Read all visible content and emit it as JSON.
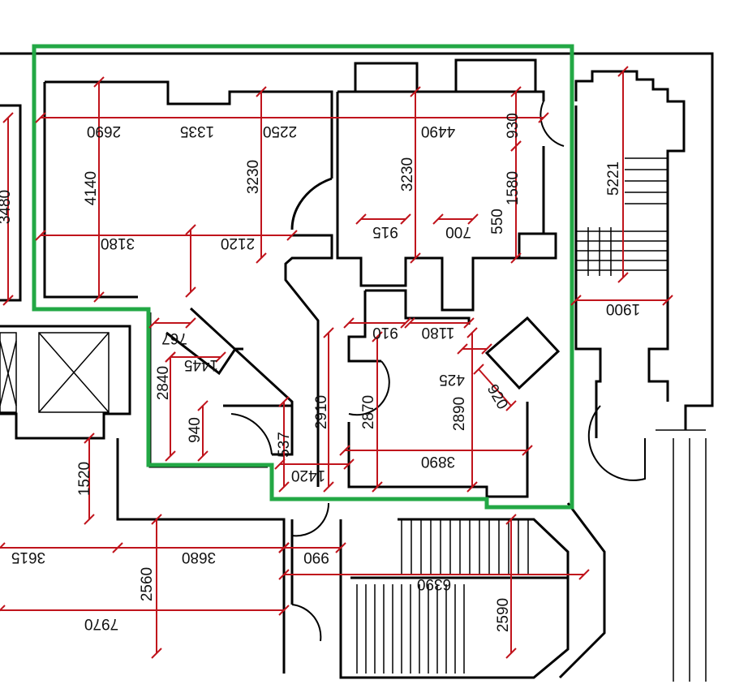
{
  "plan": {
    "boundary_color": "#23a845",
    "dimension_color": "#c0141c",
    "wall_color": "#000000"
  },
  "dimensions": [
    {
      "id": "d2690",
      "text": "2690",
      "rotated": true
    },
    {
      "id": "d1335",
      "text": "1335",
      "rotated": true
    },
    {
      "id": "d2250",
      "text": "2250",
      "rotated": true
    },
    {
      "id": "d4490",
      "text": "4490",
      "rotated": true
    },
    {
      "id": "d930",
      "text": "930"
    },
    {
      "id": "d4140",
      "text": "4140"
    },
    {
      "id": "d3230a",
      "text": "3230"
    },
    {
      "id": "d3230b",
      "text": "3230"
    },
    {
      "id": "d1580",
      "text": "1580"
    },
    {
      "id": "d550",
      "text": "550"
    },
    {
      "id": "d915",
      "text": "915",
      "rotated": true
    },
    {
      "id": "d700",
      "text": "700",
      "rotated": true
    },
    {
      "id": "d3180",
      "text": "3180",
      "rotated": true
    },
    {
      "id": "d2120",
      "text": "2120",
      "rotated": true
    },
    {
      "id": "d5221",
      "text": "5221"
    },
    {
      "id": "d1900",
      "text": "1900",
      "rotated": true
    },
    {
      "id": "d3480",
      "text": "3480"
    },
    {
      "id": "d767",
      "text": "767",
      "rotated": true
    },
    {
      "id": "d1445",
      "text": "1445",
      "rotated": true
    },
    {
      "id": "d2840",
      "text": "2840"
    },
    {
      "id": "d940",
      "text": "940"
    },
    {
      "id": "d537",
      "text": "537"
    },
    {
      "id": "d2910",
      "text": "2910"
    },
    {
      "id": "d1420",
      "text": "1420",
      "rotated": true
    },
    {
      "id": "d910",
      "text": "910",
      "rotated": true
    },
    {
      "id": "d1180",
      "text": "1180",
      "rotated": true
    },
    {
      "id": "d425",
      "text": "425",
      "rotated": true
    },
    {
      "id": "d920",
      "text": "920"
    },
    {
      "id": "d2870",
      "text": "2870"
    },
    {
      "id": "d2890",
      "text": "2890"
    },
    {
      "id": "d3890",
      "text": "3890",
      "rotated": true
    },
    {
      "id": "d1520",
      "text": "1520"
    },
    {
      "id": "d3615",
      "text": "3615",
      "rotated": true
    },
    {
      "id": "d3680",
      "text": "3680",
      "rotated": true
    },
    {
      "id": "d990",
      "text": "990",
      "rotated": true
    },
    {
      "id": "d2560",
      "text": "2560"
    },
    {
      "id": "d6390",
      "text": "6390",
      "rotated": true
    },
    {
      "id": "d7970",
      "text": "7970",
      "rotated": true
    },
    {
      "id": "d2590",
      "text": "2590"
    }
  ]
}
